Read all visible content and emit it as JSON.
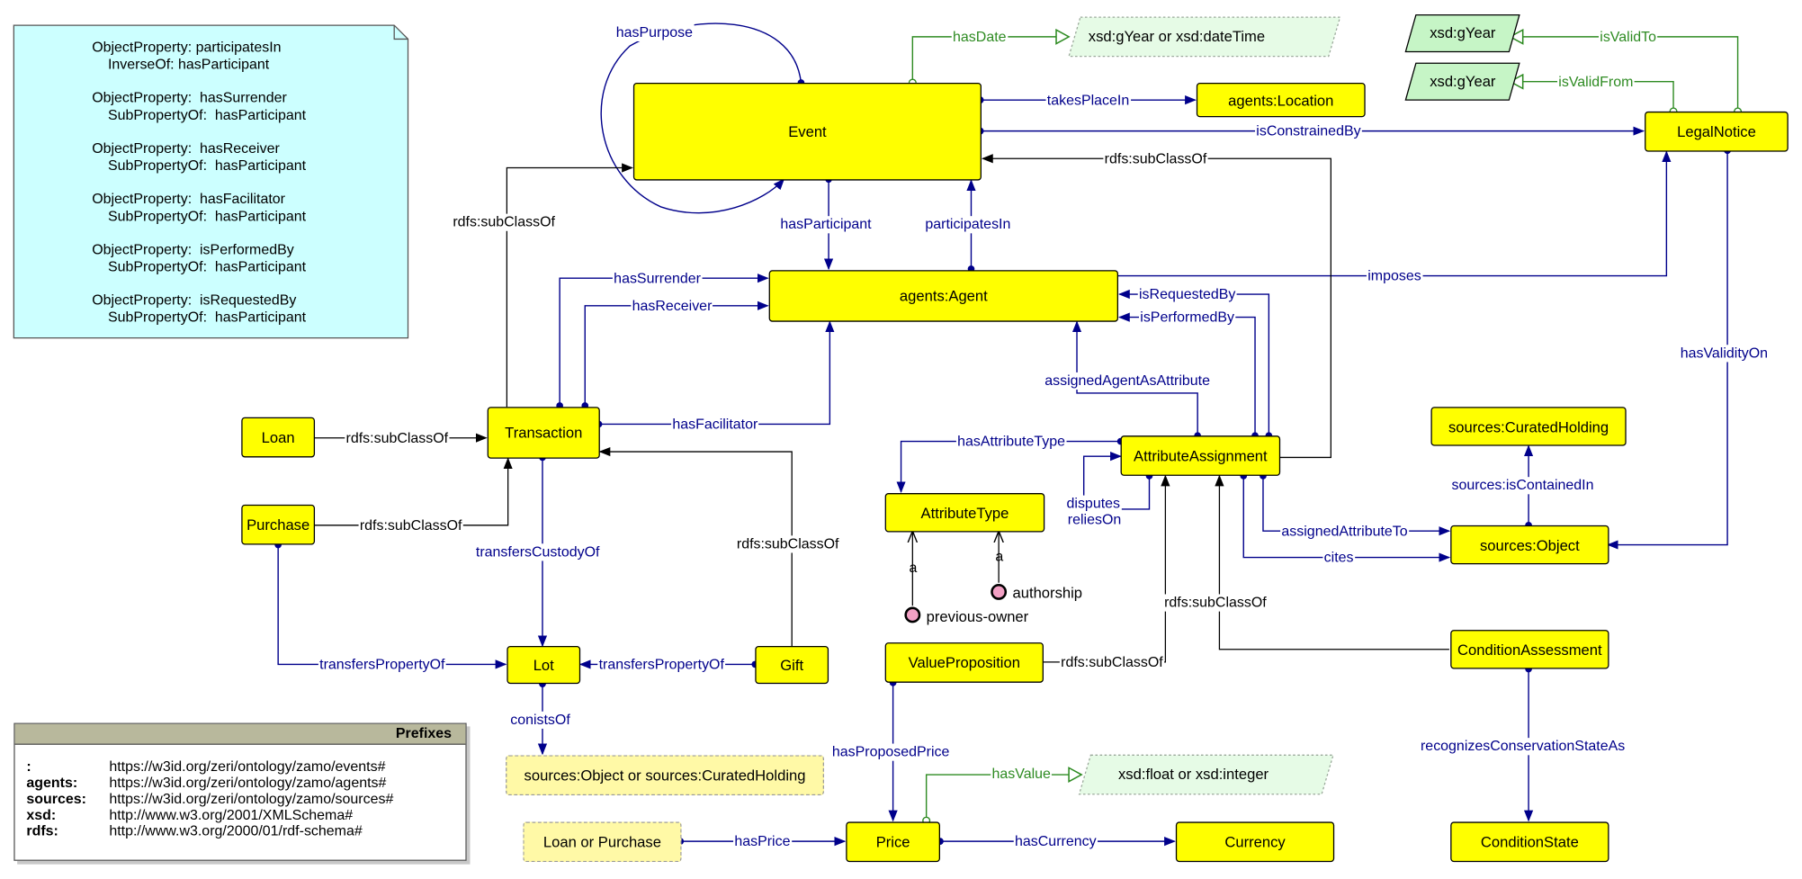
{
  "nodes": {
    "event": "Event",
    "agent": "agents:Agent",
    "location": "agents:Location",
    "legal_notice": "LegalNotice",
    "transaction": "Transaction",
    "loan": "Loan",
    "purchase": "Purchase",
    "lot": "Lot",
    "gift": "Gift",
    "attribute_type": "AttributeType",
    "attribute_assignment": "AttributeAssignment",
    "curated_holding": "sources:CuratedHolding",
    "sources_object": "sources:Object",
    "value_proposition": "ValueProposition",
    "condition_assessment": "ConditionAssessment",
    "price": "Price",
    "currency": "Currency",
    "condition_state": "ConditionState",
    "lot_range": "sources:Object or sources:CuratedHolding",
    "loan_or_purchase": "Loan or Purchase",
    "date_type": "xsd:gYear or xsd:dateTime",
    "value_type": "xsd:float or xsd:integer",
    "gyear_to": "xsd:gYear",
    "gyear_from": "xsd:gYear"
  },
  "individuals": {
    "previous_owner": "previous-owner",
    "authorship": "authorship"
  },
  "labels": {
    "has_purpose": "hasPurpose",
    "has_date": "hasDate",
    "takes_place_in": "takesPlaceIn",
    "is_constrained_by": "isConstrainedBy",
    "rdfs_event_attr": "rdfs:subClassOf",
    "has_participant": "hasParticipant",
    "participates_in": "participatesIn",
    "rdfs_trans_event": "rdfs:subClassOf",
    "has_surrender": "hasSurrender",
    "has_receiver": "hasReceiver",
    "imposes": "imposes",
    "is_requested_by": "isRequestedBy",
    "is_performed_by": "isPerformedBy",
    "assigned_agent": "assignedAgentAsAttribute",
    "has_validity_on": "hasValidityOn",
    "is_valid_to": "isValidTo",
    "is_valid_from": "isValidFrom",
    "has_facilitator": "hasFacilitator",
    "rdfs_loan": "rdfs:subClassOf",
    "rdfs_purchase": "rdfs:subClassOf",
    "rdfs_gift": "rdfs:subClassOf",
    "transfers_custody": "transfersCustodyOf",
    "transfers_property_purchase": "transfersPropertyOf",
    "transfers_property_gift": "transfersPropertyOf",
    "consists_of": "conistsOf",
    "has_attribute_type": "hasAttributeType",
    "disputes": "disputes",
    "relies_on": "reliesOn",
    "a1": "a",
    "a2": "a",
    "assigned_attribute_to": "assignedAttributeTo",
    "cites": "cites",
    "sources_contained_in": "sources:isContainedIn",
    "rdfs_value_prop": "rdfs:subClassOf",
    "rdfs_condition": "rdfs:subClassOf",
    "has_proposed_price": "hasProposedPrice",
    "has_value": "hasValue",
    "has_price": "hasPrice",
    "has_currency": "hasCurrency",
    "recognizes": "recognizesConservationStateAs"
  },
  "note": [
    "ObjectProperty: participatesIn",
    "    InverseOf: hasParticipant",
    "",
    "ObjectProperty:  hasSurrender",
    "    SubPropertyOf:  hasParticipant",
    "",
    "ObjectProperty:  hasReceiver",
    "    SubPropertyOf:  hasParticipant",
    "",
    "ObjectProperty:  hasFacilitator",
    "    SubPropertyOf:  hasParticipant",
    "",
    "ObjectProperty:  isPerformedBy",
    "    SubPropertyOf:  hasParticipant",
    "",
    "ObjectProperty:  isRequestedBy",
    "    SubPropertyOf:  hasParticipant"
  ],
  "prefixes": {
    "title": "Prefixes",
    "rows": [
      [
        ":",
        "https://w3id.org/zeri/ontology/zamo/events#"
      ],
      [
        "agents:",
        "https://w3id.org/zeri/ontology/zamo/agents#"
      ],
      [
        "sources:",
        "https://w3id.org/zeri/ontology/zamo/sources#"
      ],
      [
        "xsd:",
        "http://www.w3.org/2001/XMLSchema#"
      ],
      [
        "rdfs:",
        "http://www.w3.org/2000/01/rdf-schema#"
      ]
    ]
  },
  "colors": {
    "class_fill": "#ffff00",
    "range_fill": "#fff9a6",
    "datatype_fill": "#e6fbe6",
    "datatype_strong_fill": "#c6f5c6",
    "note_fill": "#ccffff",
    "object_property": "#00008b",
    "data_property": "#2e8b22",
    "individual_fill": "#f2a0c4"
  }
}
